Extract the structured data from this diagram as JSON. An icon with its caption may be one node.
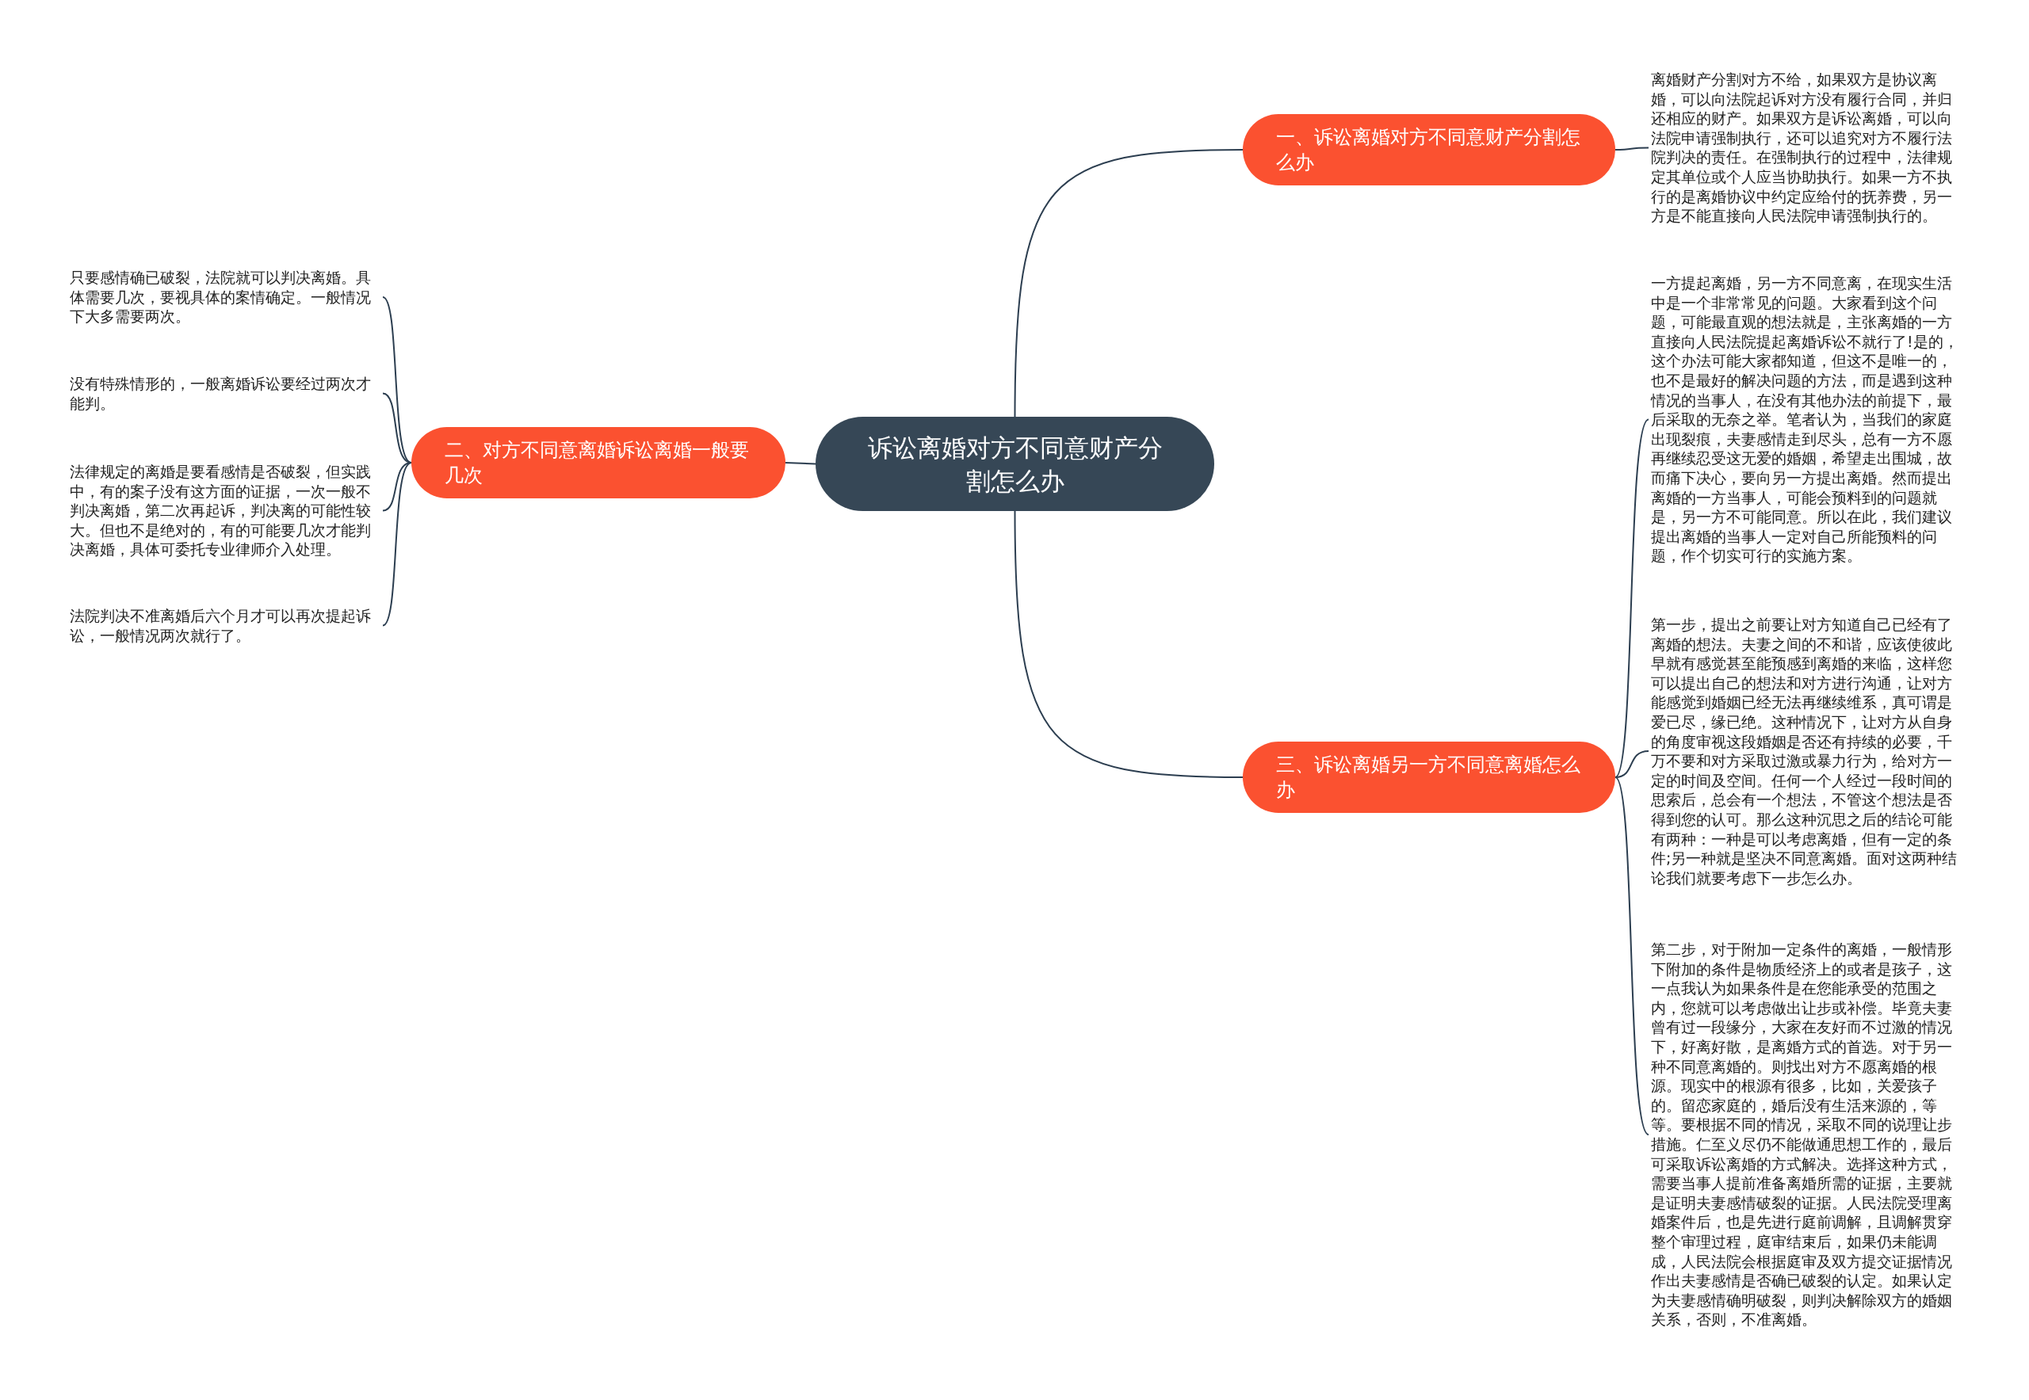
{
  "diagram": {
    "nodes": [
      {
        "text": [
          "诉讼离婚对方不同意财产分割怎么办"
        ]
      },
      {
        "text": [
          "一、诉讼离婚对方不同意财产分割怎么办"
        ]
      },
      {
        "text": [
          "离婚财产分割对方不给，如果双方是协议离婚，可以向法院起诉对方没有履行合同，并归还相应的财产。如果双方是诉讼离婚，可以向法院申请强制执行，还可以追究对方不履行法院判决的责任。在强制执行的过程中，法律规定其单位或个人应当协助执行。如果一方不执行的是离婚协议中约定应给付的抚养费，另一方是不能直接向人民法院申请强制执行的。"
        ]
      },
      {
        "text": [
          "二、对方不同意离婚诉讼离婚一般要几次"
        ]
      },
      {
        "text": [
          "只要感情确已破裂，法院就可以判决离婚。具体需要几次，要视具体的案情确定。一般情况下大多需要两次。"
        ]
      },
      {
        "text": [
          "没有特殊情形的，一般离婚诉讼要经过两次才能判。"
        ]
      },
      {
        "text": [
          "法律规定的离婚是要看感情是否破裂，但实践中，有的案子没有这方面的证据，一次一般不判决离婚，第二次再起诉，判决离的可能性较大。但也不是绝对的，有的可能要几次才能判决离婚，具体可委托专业律师介入处理。"
        ]
      },
      {
        "text": [
          "法院判决不准离婚后六个月才可以再次提起诉讼，一般情况两次就行了。"
        ]
      },
      {
        "text": [
          "三、诉讼离婚另一方不同意离婚怎么办"
        ]
      },
      {
        "text": [
          "一方提起离婚，另一方不同意离，在现实生活中是一个非常常见的问题。大家看到这个问题，可能最直观的想法就是，主张离婚的一方直接向人民法院提起离婚诉讼不就行了!是的，这个办法可能大家都知道，但这不是唯一的，也不是最好的解决问题的方法，而是遇到这种情况的当事人，在没有其他办法的前提下，最后采取的无奈之举。笔者认为，当我们的家庭出现裂痕，夫妻感情走到尽头，总有一方不愿再继续忍受这无爱的婚姻，希望走出围城，故而痛下决心，要向另一方提出离婚。然而提出离婚的一方当事人，可能会预料到的问题就是，另一方不可能同意。所以在此，我们建议提出离婚的当事人一定对自己所能预料的问题，作个切实可行的实施方案。"
        ]
      },
      {
        "text": [
          "第一步，提出之前要让对方知道自己已经有了离婚的想法。夫妻之间的不和谐，应该使彼此早就有感觉甚至能预感到离婚的来临，这样您可以提出自己的想法和对方进行沟通，让对方能感觉到婚姻已经无法再继续维系，真可谓是爱已尽，缘已绝。这种情况下，让对方从自身的角度审视这段婚姻是否还有持续的必要，千万不要和对方采取过激或暴力行为，给对方一定的时间及空间。任何一个人经过一段时间的思索后，总会有一个想法，不管这个想法是否得到您的认可。那么这种沉思之后的结论可能有两种：一种是可以考虑离婚，但有一定的条件;另一种就是坚决不同意离婚。面对这两种结论我们就要考虑下一步怎么办。"
        ]
      },
      {
        "text": [
          "第二步，对于附加一定条件的离婚，一般情形下附加的条件是物质经济上的或者是孩子，这一点我认为如果条件是在您能承受的范围之内，您就可以考虑做出让步或补偿。毕竟夫妻曾有过一段缘分，大家在友好而不过激的情况下，好离好散，是离婚方式的首选。对于另一种不同意离婚的。则找出对方不愿离婚的根源。现实中的根源有很多，比如，关爱孩子的。留恋家庭的，婚后没有生活来源的，等等。要根据不同的情况，采取不同的说理让步措施。仁至义尽仍不能做通思想工作的，最后可采取诉讼离婚的方式解决。选择这种方式，需要当事人提前准备离婚所需的证据，主要就是证明夫妻感情破裂的证据。人民法院受理离婚案件后，也是先进行庭前调解，且调解贯穿整个审理过程，庭审结束后，如果仍未能调成，人民法院会根据庭审及双方提交证据情况作出夫妻感情是否确已破裂的认定。如果认定为夫妻感情确明破裂，则判决解除双方的婚姻关系，否则，不准离婚。"
        ]
      }
    ],
    "edges": [
      {
        "from": 0,
        "to": 1,
        "arrow": "none"
      },
      {
        "from": 1,
        "to": 2,
        "arrow": "none"
      },
      {
        "from": 0,
        "to": 3,
        "arrow": "none"
      },
      {
        "from": 3,
        "to": 4,
        "arrow": "none"
      },
      {
        "from": 3,
        "to": 5,
        "arrow": "none"
      },
      {
        "from": 3,
        "to": 6,
        "arrow": "none"
      },
      {
        "from": 3,
        "to": 7,
        "arrow": "none"
      },
      {
        "from": 0,
        "to": 8,
        "arrow": "none"
      },
      {
        "from": 8,
        "to": 9,
        "arrow": "none"
      },
      {
        "from": 8,
        "to": 10,
        "arrow": "none"
      },
      {
        "from": 8,
        "to": 11,
        "arrow": "none"
      }
    ]
  }
}
